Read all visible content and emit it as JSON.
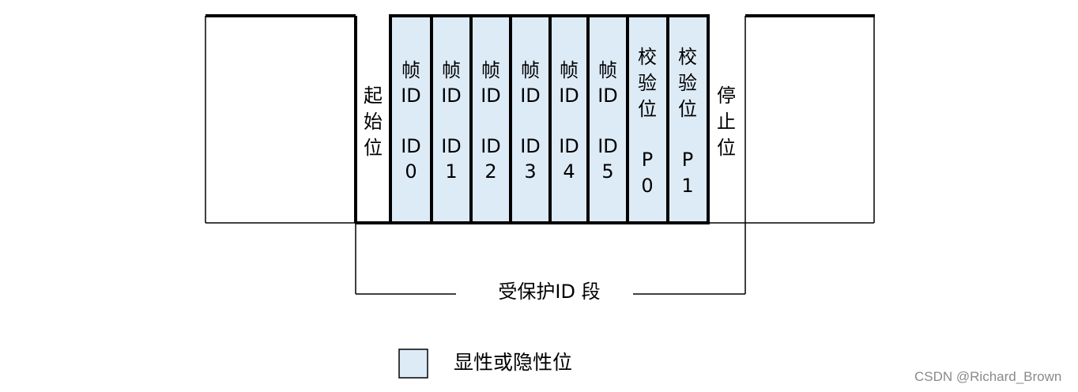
{
  "fields": [
    {
      "id": "start-bit",
      "lines_top": [
        "起",
        "始",
        "位"
      ],
      "lines_bottom": [],
      "shaded": false
    },
    {
      "id": "frame-id-0",
      "lines_top": [
        "帧",
        "ID"
      ],
      "lines_bottom": [
        "ID",
        "0"
      ],
      "shaded": true
    },
    {
      "id": "frame-id-1",
      "lines_top": [
        "帧",
        "ID"
      ],
      "lines_bottom": [
        "ID",
        "1"
      ],
      "shaded": true
    },
    {
      "id": "frame-id-2",
      "lines_top": [
        "帧",
        "ID"
      ],
      "lines_bottom": [
        "ID",
        "2"
      ],
      "shaded": true
    },
    {
      "id": "frame-id-3",
      "lines_top": [
        "帧",
        "ID"
      ],
      "lines_bottom": [
        "ID",
        "3"
      ],
      "shaded": true
    },
    {
      "id": "frame-id-4",
      "lines_top": [
        "帧",
        "ID"
      ],
      "lines_bottom": [
        "ID",
        "4"
      ],
      "shaded": true
    },
    {
      "id": "frame-id-5",
      "lines_top": [
        "帧",
        "ID"
      ],
      "lines_bottom": [
        "ID",
        "5"
      ],
      "shaded": true
    },
    {
      "id": "parity-p0",
      "lines_top": [
        "校",
        "验",
        "位"
      ],
      "lines_bottom": [
        "P",
        "0"
      ],
      "shaded": true
    },
    {
      "id": "parity-p1",
      "lines_top": [
        "校",
        "验",
        "位"
      ],
      "lines_bottom": [
        "P",
        "1"
      ],
      "shaded": true
    },
    {
      "id": "stop-bit",
      "lines_top": [
        "停",
        "止",
        "位"
      ],
      "lines_bottom": [],
      "shaded": false
    }
  ],
  "bracket": {
    "label": "受保护ID 段"
  },
  "legend": {
    "label": "显性或隐性位"
  },
  "colors": {
    "shade": "#ddebf7",
    "line": "#000000",
    "watermark": "#8a8a8a"
  },
  "watermark": "CSDN @Richard_Brown"
}
